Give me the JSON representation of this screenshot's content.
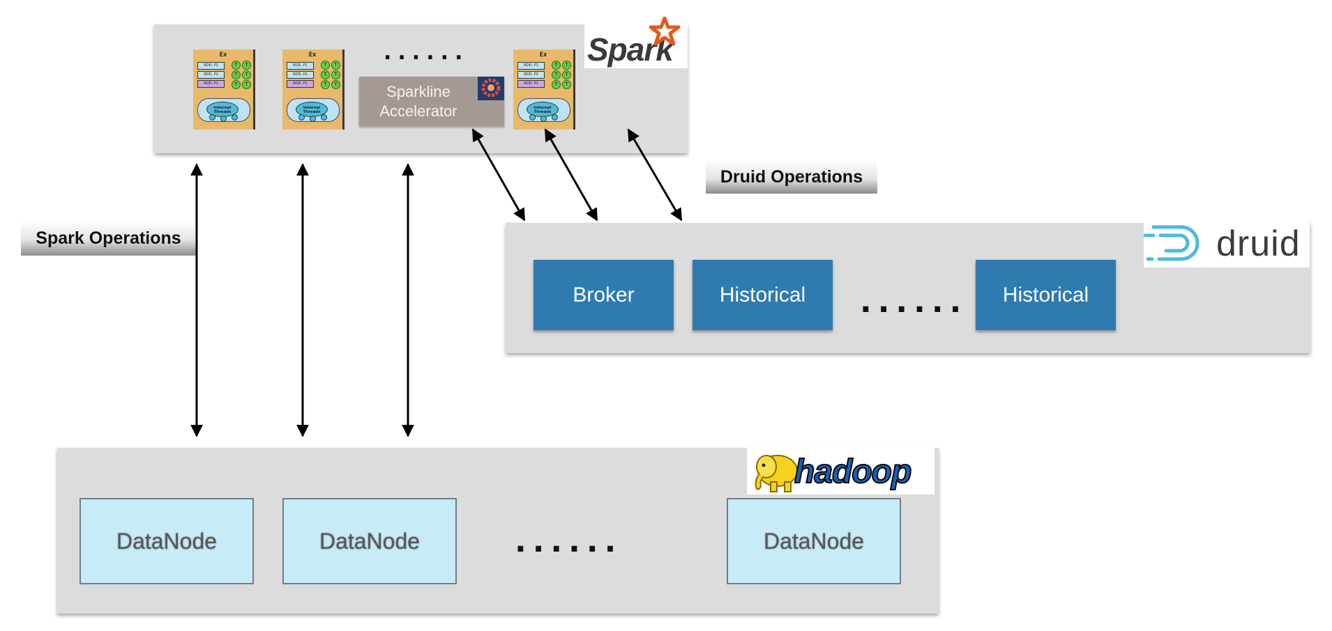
{
  "spark": {
    "logo_text": "Spark",
    "executor_label": "Ex",
    "rdd_labels": [
      "RDD, P1",
      "RDD, P2",
      "RDD, P1"
    ],
    "thread_badge": "T",
    "internal_threads_label": "Internal Threads",
    "ellipsis": "......",
    "accelerator_label": "Sparkline Accelerator"
  },
  "druid": {
    "logo_text": "druid",
    "nodes": [
      "Broker",
      "Historical",
      "Historical"
    ],
    "ellipsis": "......"
  },
  "hadoop": {
    "logo_text": "hadoop",
    "nodes": [
      "DataNode",
      "DataNode",
      "DataNode"
    ],
    "ellipsis": "......"
  },
  "labels": {
    "spark_operations": "Spark Operations",
    "druid_operations": "Druid Operations"
  },
  "colors": {
    "panel": "#dcdcdd",
    "executor": "#e9b96a",
    "druid_node": "#2f7bb0",
    "datanode": "#c7ecf7",
    "accelerator": "#a49a93",
    "spark_orange": "#e25a1c",
    "druid_cyan": "#4fbad9"
  }
}
